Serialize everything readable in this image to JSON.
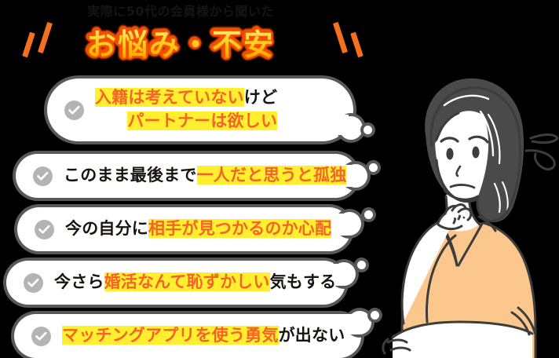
{
  "header": {
    "subtitle": "実際に50代の会員様から聞いた",
    "title": "お悩み・不安",
    "accent_color": "#f4701f",
    "title_fill": "#ffd92e",
    "title_outline": "#f24d00"
  },
  "icons": {
    "check": "check-circle-icon",
    "slash_left": "decorative-slashes-left",
    "slash_right": "decorative-slashes-right"
  },
  "bubbles": [
    {
      "index": 1,
      "icon": "check-circle-icon",
      "lines": [
        {
          "align": "left",
          "segments": [
            {
              "text": "入籍は考えていない",
              "highlight": "accent"
            },
            {
              "text": "けど",
              "highlight": "none"
            }
          ]
        },
        {
          "align": "right",
          "segments": [
            {
              "text": "パートナーは欲しい",
              "highlight": "accent"
            }
          ]
        }
      ]
    },
    {
      "index": 2,
      "icon": "check-circle-icon",
      "lines": [
        {
          "align": "left",
          "segments": [
            {
              "text": "このまま最後まで",
              "highlight": "none"
            },
            {
              "text": "一人だと思うと孤独",
              "highlight": "accent"
            }
          ]
        }
      ]
    },
    {
      "index": 3,
      "icon": "check-circle-icon",
      "lines": [
        {
          "align": "left",
          "segments": [
            {
              "text": "今の自分に",
              "highlight": "none"
            },
            {
              "text": "相手が見つかるのか心配",
              "highlight": "accent"
            }
          ]
        }
      ]
    },
    {
      "index": 4,
      "icon": "check-circle-icon",
      "lines": [
        {
          "align": "left",
          "segments": [
            {
              "text": "今さら",
              "highlight": "none"
            },
            {
              "text": "婚活なんて恥ずかしい",
              "highlight": "accent"
            },
            {
              "text": "気もする",
              "highlight": "none"
            }
          ]
        }
      ]
    },
    {
      "index": 5,
      "icon": "check-circle-icon",
      "lines": [
        {
          "align": "left",
          "segments": [
            {
              "text": "マッチングアプリを使う勇気",
              "highlight": "accent"
            },
            {
              "text": "が出ない",
              "highlight": "none"
            }
          ]
        }
      ]
    }
  ],
  "illustration": {
    "name": "worried-woman-illustration",
    "description": "50代女性が頬に手を当てて悩んでいるイラスト",
    "hair_color": "#4a4a4a",
    "skin_color": "#ffffff",
    "top_color": "#fbc78d",
    "outline_color": "#3d3d3d"
  },
  "colors": {
    "background": "#000000",
    "bubble_fill": "#ffffff",
    "bubble_border": "#58585a",
    "highlight_yellow": "#ffef2e",
    "accent_orange": "#f4642a",
    "text_dark": "#1a1410",
    "check_gray": "#b4b4b4"
  }
}
